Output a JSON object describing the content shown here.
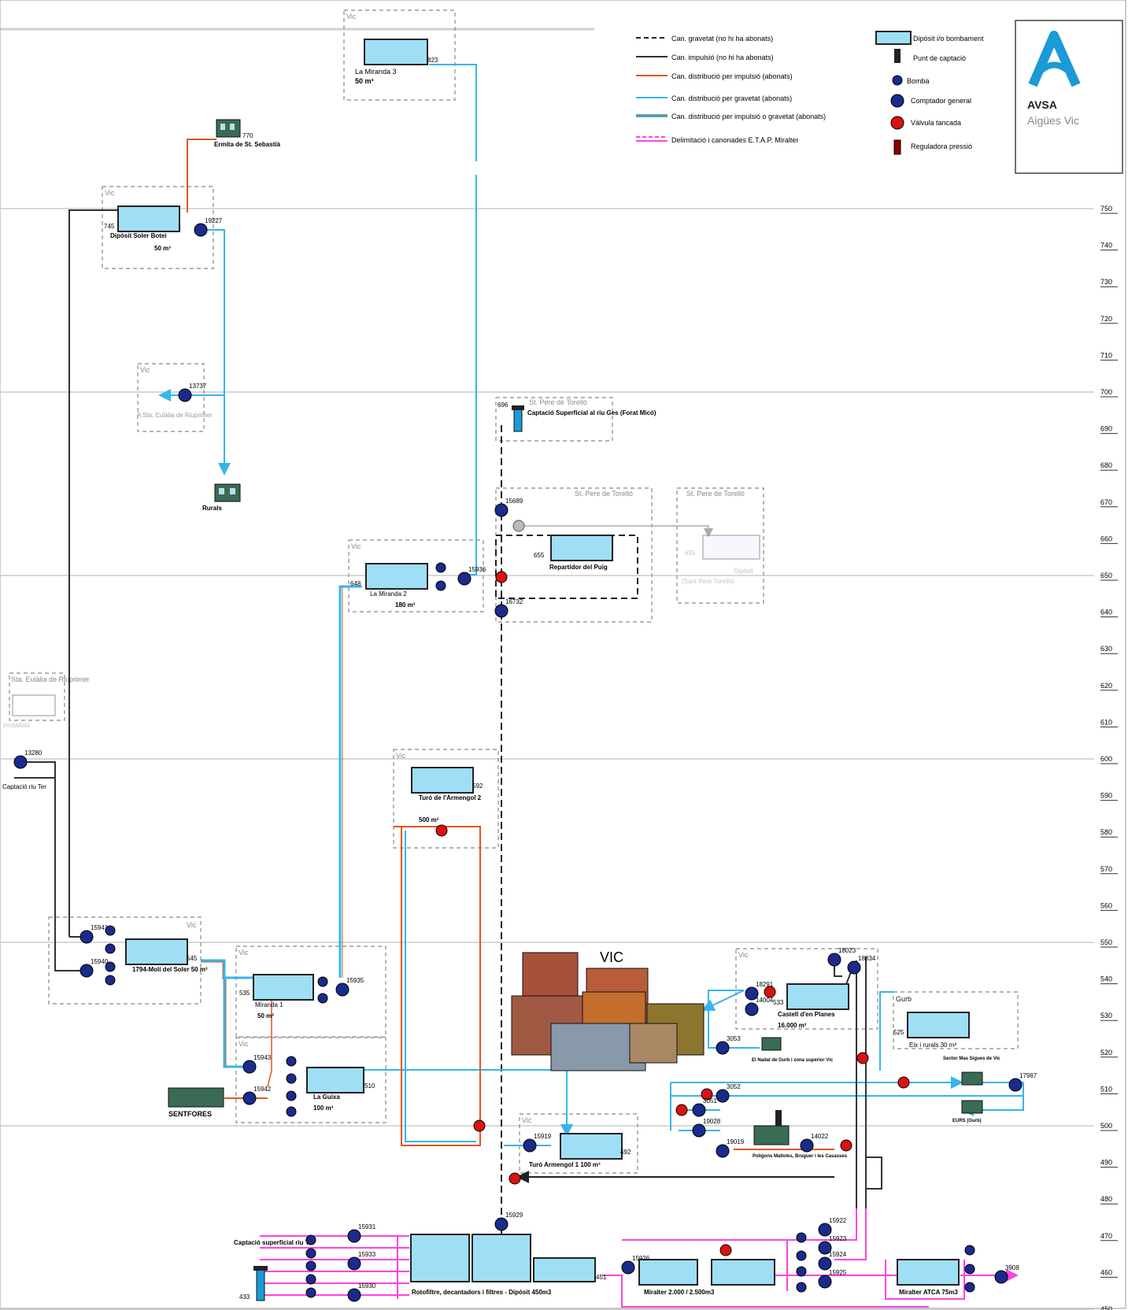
{
  "brand": {
    "name": "AVSA",
    "subtitle": "Aigües Vic",
    "accent": "#1a9ad6"
  },
  "colors": {
    "gravity_no_subscribers": "#222222",
    "impulsion_no_subscribers": "#333333",
    "distribution_impulsion": "#e0571e",
    "distribution_gravity": "#35b6ea",
    "distribution_mixed": "#35b6ea",
    "etap": "#ff44dd",
    "meter": "#1a2b8c",
    "valve_closed": "#dd1111",
    "tank_water": "#9fdff5",
    "gridline": "#cccccc"
  },
  "legend_lines": [
    {
      "label": "Can. gravetat (no hi ha abonats)"
    },
    {
      "label": "Can. impulsió (no hi ha abonats)"
    },
    {
      "label": "Can. distribució per impulsió (abonats)"
    },
    {
      "label": "Can. distribució per gravetat (abonats)"
    },
    {
      "label": "Can. distribució per impulsió o gravetat (abonats)"
    },
    {
      "label": "Delimitació i canonades E.T.A.P. Miralter"
    }
  ],
  "legend_symbols": [
    {
      "label": "Dipòsit i/o bombament",
      "icon": "tank-icon"
    },
    {
      "label": "Punt de captació",
      "icon": "intake-icon"
    },
    {
      "label": "Bomba",
      "icon": "pump-icon"
    },
    {
      "label": "Comptador general",
      "icon": "meter-icon"
    },
    {
      "label": "Vàlvula tancada",
      "icon": "closed-valve-icon"
    },
    {
      "label": "Reguladora pressió",
      "icon": "pressure-regulator-icon"
    }
  ],
  "elevations": [
    "750",
    "740",
    "730",
    "720",
    "710",
    "700",
    "690",
    "680",
    "670",
    "660",
    "650",
    "640",
    "630",
    "620",
    "610",
    "600",
    "590",
    "580",
    "570",
    "560",
    "550",
    "540",
    "530",
    "520",
    "510",
    "500",
    "490",
    "480",
    "470",
    "460",
    "450"
  ],
  "zones": {
    "vic": "Vic",
    "st_pere": "St. Pere de Torelló",
    "gurb": "Gurb",
    "sta_eulalia": "Sta. Eulàlia de Riuprimer"
  },
  "tanks": {
    "miranda3": {
      "name": "La Miranda 3",
      "volume": "50 m³",
      "code": "823"
    },
    "soler_botei": {
      "name": "Dipòsit Soler Botei",
      "volume": "50 m³",
      "code": "745"
    },
    "miranda2": {
      "name": "La Miranda 2",
      "volume": "180 m³",
      "code": "648"
    },
    "repartidor": {
      "name": "Repartidor del Puig",
      "code": "655"
    },
    "diposit_st_pere": {
      "name": "Dipòsit",
      "sub": "(Sant Pere Torelló)",
      "code": "655"
    },
    "turo_armengol2": {
      "name": "Turó de l'Armengol 2",
      "volume": "500 m³",
      "code": "592"
    },
    "moli_soler": {
      "name": "1794-Molí del Soler 50 m³",
      "code": "545"
    },
    "miranda1": {
      "name": "Miranda 1",
      "volume": "50 m³",
      "code": "535"
    },
    "guixa": {
      "name": "La Guixa",
      "volume": "100 m³",
      "code": "510"
    },
    "castell_planes": {
      "name": "Castell d'en Planes",
      "volume": "16.000 m³",
      "code": "533"
    },
    "eix_rurals": {
      "name": "Eix i rurals 30 m³",
      "code": "525"
    },
    "turo_armengol1": {
      "name": "Turó Armengol 1 100 m³",
      "code": "492"
    },
    "rotofiltre": {
      "name": "Rotofiltre, decantadors i filtres - Dipòsit 450m3",
      "code": "451"
    },
    "miralter": {
      "name": "Miralter 2.000 / 2.500m3"
    },
    "miralter_atca": {
      "name": "Miralter ATCA 75m3"
    }
  },
  "places": {
    "ermita": "Ermita de St. Sebastià",
    "ermita_code": "770",
    "rurals": "Rurals",
    "sta_eulalia_arrow": "A Sta. Eulàlia de Riuprimer",
    "captacio_ges": "Captació Superficial al riu Ges (Forat Micó)",
    "captacio_ges_code": "696",
    "sentfores": "SENTFORES",
    "vic": "VIC",
    "st_nadal": "El Nadal de Gurb i zona superior Vic",
    "sector_mas": "Sector Mas Sigues de Vic",
    "eurs": "EURS (Gurb)",
    "poligons": "Polígons Malloles, Bruguer i les Casasses",
    "captacio_ter": "Captació superficial riu Ter",
    "captacio_ter_code": "433",
    "captacio_riu_ter_left": "Captació riu Ter",
    "ventallola": "Ventallola"
  },
  "meters": {
    "m19227": "19227",
    "m13737": "13737",
    "m15936": "15936",
    "m15689": "15689",
    "m16732": "16732",
    "m13280": "13280",
    "m15941": "15941",
    "m15940": "15940",
    "m15935": "15935",
    "m15943": "15943",
    "m15942": "15942",
    "m15919": "15919",
    "m15929": "15929",
    "m18291": "18291",
    "m14004": "14004",
    "m18023": "18023",
    "m18834": "18834",
    "m3053": "3053",
    "m3052": "3052",
    "m3051": "3051",
    "m19028": "19028",
    "m19019": "19019",
    "m14022": "14022",
    "m17987": "17987",
    "m15931": "15931",
    "m15933": "15933",
    "m15930": "15930",
    "m15926": "15926",
    "m15922": "15922",
    "m15923": "15923",
    "m15924": "15924",
    "m15925": "15925",
    "m3908": "3908"
  }
}
